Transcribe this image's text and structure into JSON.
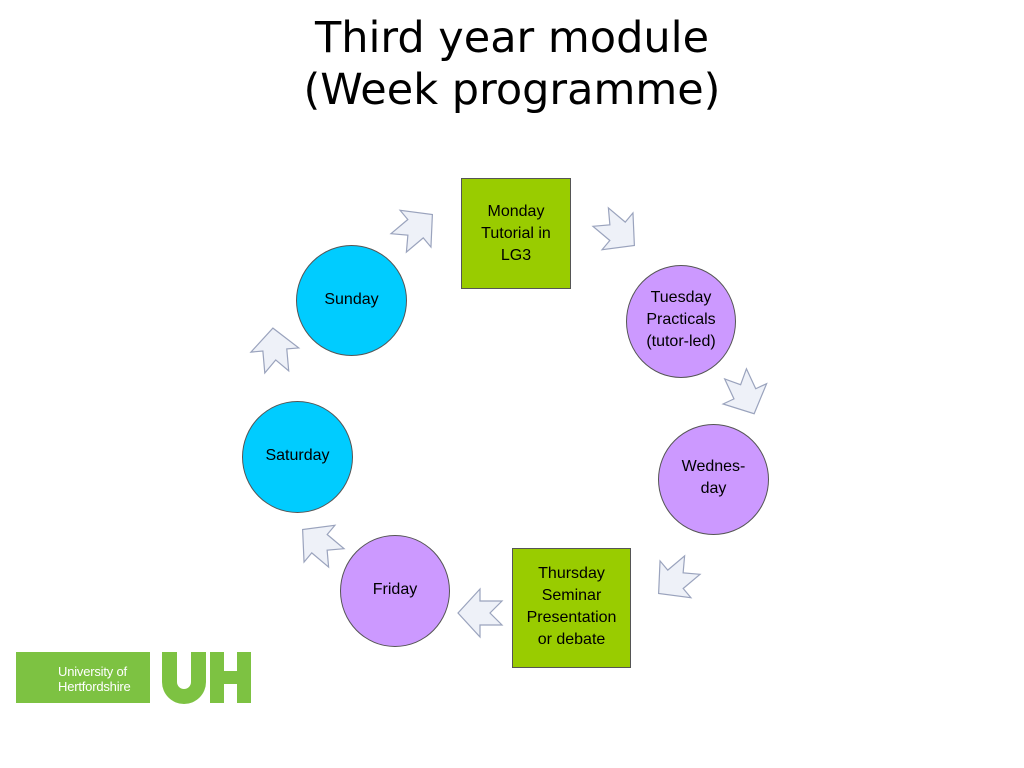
{
  "title": {
    "line1": "Third year module",
    "line2": "(Week programme)"
  },
  "nodes": {
    "monday": "Monday\nTutorial in\nLG3",
    "tuesday": "Tuesday\nPracticals\n(tutor-led)",
    "wednesday": "Wednes-\nday",
    "thursday": "Thursday\nSeminar\nPresentation\nor debate",
    "friday": "Friday",
    "saturday": "Saturday",
    "sunday": "Sunday"
  },
  "colors": {
    "green": "#99cc00",
    "purple": "#cc99ff",
    "cyan": "#00ccff",
    "arrow_fill": "#eef1f8",
    "arrow_stroke": "#9aa3bd",
    "logo_green": "#7dc242"
  },
  "logo": {
    "line1": "University of",
    "line2": "Hertfordshire",
    "mark": "UH"
  }
}
